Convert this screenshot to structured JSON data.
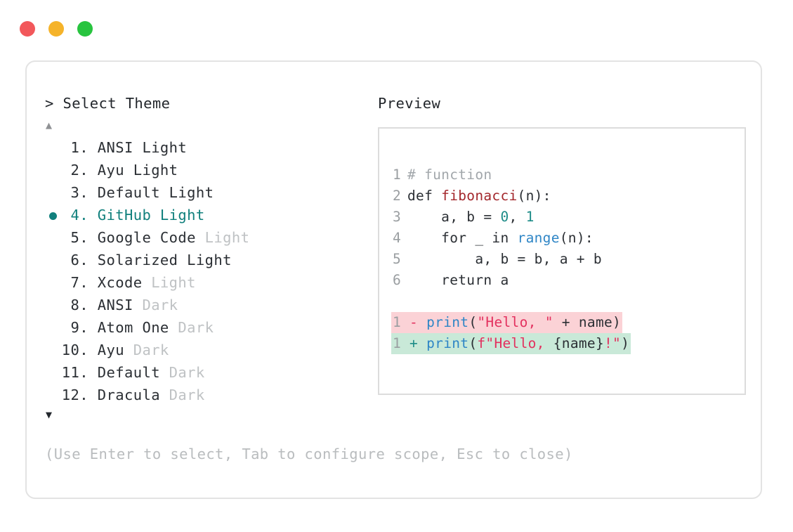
{
  "window": {
    "traffic_lights": [
      {
        "name": "close",
        "color": "#f2585b"
      },
      {
        "name": "minimize",
        "color": "#f5b32a"
      },
      {
        "name": "zoom",
        "color": "#28c43f"
      }
    ]
  },
  "selector": {
    "prompt_caret": ">",
    "prompt_label": "Select Theme",
    "scroll_up_icon": "▲",
    "scroll_down_icon": "▼",
    "selected_index": 4,
    "bullet_color": "#11807d",
    "items": [
      {
        "num": "1.",
        "name": "ANSI Light",
        "variant": "",
        "selected": false
      },
      {
        "num": "2.",
        "name": "Ayu Light",
        "variant": "",
        "selected": false
      },
      {
        "num": "3.",
        "name": "Default Light",
        "variant": "",
        "selected": false
      },
      {
        "num": "4.",
        "name": "GitHub Light",
        "variant": "",
        "selected": true
      },
      {
        "num": "5.",
        "name": "Google Code",
        "variant": "Light",
        "selected": false
      },
      {
        "num": "6.",
        "name": "Solarized Light",
        "variant": "",
        "selected": false
      },
      {
        "num": "7.",
        "name": "Xcode",
        "variant": "Light",
        "selected": false
      },
      {
        "num": "8.",
        "name": "ANSI",
        "variant": "Dark",
        "selected": false
      },
      {
        "num": "9.",
        "name": "Atom One",
        "variant": "Dark",
        "selected": false
      },
      {
        "num": "10.",
        "name": "Ayu",
        "variant": "Dark",
        "selected": false
      },
      {
        "num": "11.",
        "name": "Default",
        "variant": "Dark",
        "selected": false
      },
      {
        "num": "12.",
        "name": "Dracula",
        "variant": "Dark",
        "selected": false
      }
    ],
    "hint": "(Use Enter to select, Tab to configure scope, Esc to close)"
  },
  "preview": {
    "label": "Preview",
    "code_lines": [
      {
        "num": "1",
        "tokens": [
          {
            "t": "# function",
            "c": "comment"
          }
        ]
      },
      {
        "num": "2",
        "tokens": [
          {
            "t": "def ",
            "c": "kw"
          },
          {
            "t": "fibonacci",
            "c": "fn"
          },
          {
            "t": "(n):",
            "c": "plain"
          }
        ]
      },
      {
        "num": "3",
        "tokens": [
          {
            "t": "    a, b = ",
            "c": "plain"
          },
          {
            "t": "0",
            "c": "num"
          },
          {
            "t": ", ",
            "c": "plain"
          },
          {
            "t": "1",
            "c": "num"
          }
        ]
      },
      {
        "num": "4",
        "tokens": [
          {
            "t": "    for _ in ",
            "c": "plain"
          },
          {
            "t": "range",
            "c": "builtin"
          },
          {
            "t": "(n):",
            "c": "plain"
          }
        ]
      },
      {
        "num": "5",
        "tokens": [
          {
            "t": "        a, b = b, a + b",
            "c": "plain"
          }
        ]
      },
      {
        "num": "6",
        "tokens": [
          {
            "t": "    return a",
            "c": "plain"
          }
        ]
      }
    ],
    "diff_lines": [
      {
        "num": "1",
        "marker": "-",
        "kind": "del",
        "bg": "#fbd2d6",
        "tokens": [
          {
            "t": "print",
            "c": "call"
          },
          {
            "t": "(",
            "c": "plain"
          },
          {
            "t": "\"Hello, \"",
            "c": "str"
          },
          {
            "t": " + name)",
            "c": "plain"
          }
        ]
      },
      {
        "num": "1",
        "marker": "+",
        "kind": "add",
        "bg": "#c9e9d8",
        "tokens": [
          {
            "t": "print",
            "c": "call"
          },
          {
            "t": "(",
            "c": "plain"
          },
          {
            "t": "f\"Hello, ",
            "c": "str"
          },
          {
            "t": "{name}",
            "c": "plain"
          },
          {
            "t": "!\"",
            "c": "str"
          },
          {
            "t": ")",
            "c": "plain"
          }
        ]
      }
    ]
  }
}
